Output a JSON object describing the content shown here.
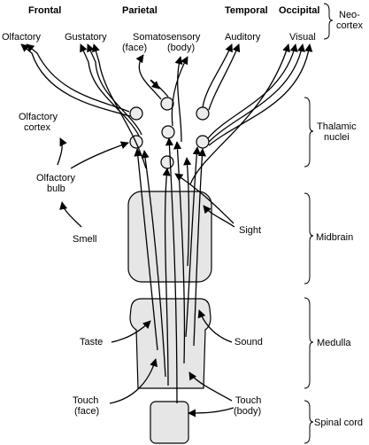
{
  "header": {
    "frontal": "Frontal",
    "parietal": "Parietal",
    "temporal": "Temporal",
    "occipital": "Occipital"
  },
  "cortex": {
    "olfactory": "Olfactory",
    "gustatory": "Gustatory",
    "somatosensory": "Somatosensory",
    "face": "(face)",
    "body": "(body)",
    "auditory": "Auditory",
    "visual": "Visual"
  },
  "left_labels": {
    "olfactory_cortex_1": "Olfactory",
    "olfactory_cortex_2": "cortex",
    "olfactory_bulb_1": "Olfactory",
    "olfactory_bulb_2": "bulb",
    "smell": "Smell",
    "taste": "Taste",
    "touch_face_1": "Touch",
    "touch_face_2": "(face)"
  },
  "right_inputs": {
    "sight": "Sight",
    "sound": "Sound",
    "touch_body_1": "Touch",
    "touch_body_2": "(body)"
  },
  "levels": {
    "neocortex_1": "Neo-",
    "neocortex_2": "cortex",
    "thalamic_1": "Thalamic",
    "thalamic_2": "nuclei",
    "midbrain": "Midbrain",
    "medulla": "Medulla",
    "spinal_cord": "Spinal cord"
  }
}
